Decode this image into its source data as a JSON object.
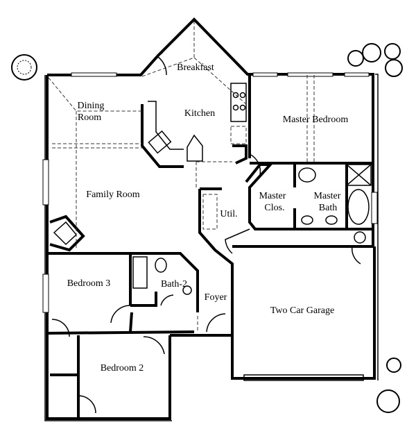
{
  "plan": {
    "rooms": {
      "breakfast": "Breakfast",
      "dining_1": "Dining",
      "dining_2": "Room",
      "kitchen": "Kitchen",
      "master_bedroom": "Master Bedroom",
      "family_room": "Family Room",
      "utility": "Util.",
      "master_closet_1": "Master",
      "master_closet_2": "Clos.",
      "master_bath_1": "Master",
      "master_bath_2": "Bath",
      "bedroom_3": "Bedroom 3",
      "bath_2": "Bath-2",
      "foyer": "Foyer",
      "garage": "Two Car Garage",
      "bedroom_2": "Bedroom 2"
    }
  }
}
